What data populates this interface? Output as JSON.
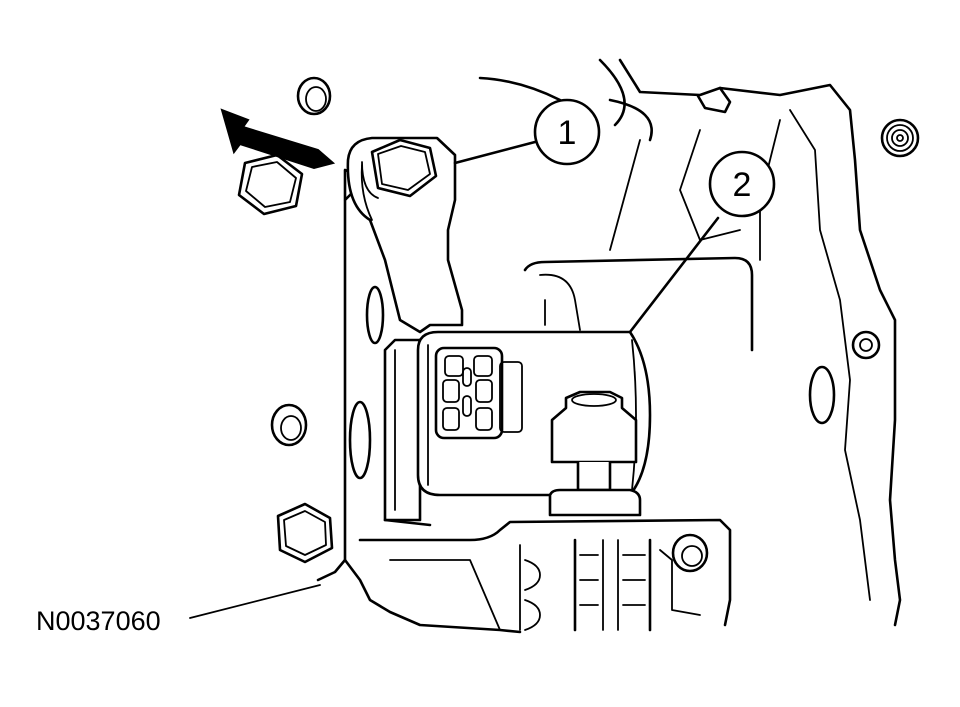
{
  "figure": {
    "id_label": "N0037060"
  },
  "callouts": [
    {
      "number": "1"
    },
    {
      "number": "2"
    }
  ],
  "icons": {
    "pointer": "arrow-pointer-icon"
  },
  "colors": {
    "line": "#000000",
    "background": "#ffffff"
  }
}
